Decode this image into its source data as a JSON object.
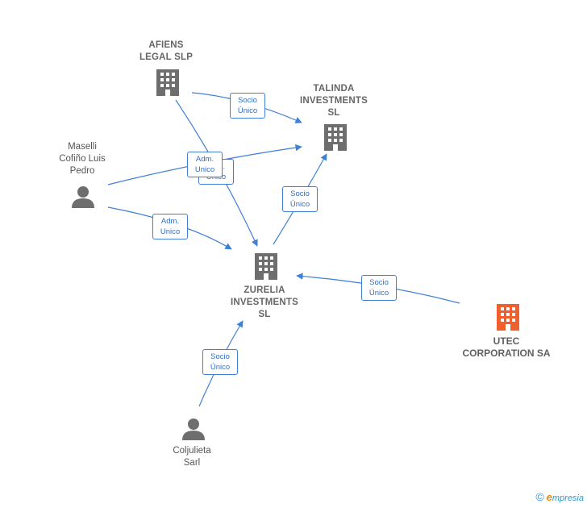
{
  "nodes": {
    "afiens": {
      "lines": [
        "AFIENS",
        "LEGAL  SLP"
      ]
    },
    "talinda": {
      "lines": [
        "TALINDA",
        "INVESTMENTS",
        "SL"
      ]
    },
    "maselli": {
      "lines": [
        "Maselli",
        "Cofiño Luis",
        "Pedro"
      ]
    },
    "zurelia": {
      "lines": [
        "ZURELIA",
        "INVESTMENTS",
        "SL"
      ]
    },
    "utec": {
      "lines": [
        "UTEC",
        "CORPORATION SA"
      ]
    },
    "coljulieta": {
      "lines": [
        "Coljulieta",
        "Sarl"
      ]
    }
  },
  "edges": {
    "afiens_talinda": {
      "lines": [
        "Socio",
        "Único"
      ]
    },
    "maselli_talinda": {
      "lines": [
        "Adm.",
        "Unico"
      ]
    },
    "afiens_zurelia": {
      "lines": [
        "Adm.",
        "Unico"
      ]
    },
    "maselli_zurelia": {
      "lines": [
        "Adm.",
        "Unico"
      ]
    },
    "zurelia_talinda": {
      "lines": [
        "Socio",
        "Único"
      ]
    },
    "utec_zurelia": {
      "lines": [
        "Socio",
        "Único"
      ]
    },
    "coljulieta_zurelia": {
      "lines": [
        "Socio",
        "Único"
      ]
    }
  },
  "colors": {
    "edge": "#3f7fd6",
    "building": "#6e6e6e",
    "building_main": "#f0602e",
    "person": "#6e6e6e"
  },
  "footer": {
    "copyright": "©",
    "brand_e": "e",
    "brand_rest": "mpresia"
  }
}
